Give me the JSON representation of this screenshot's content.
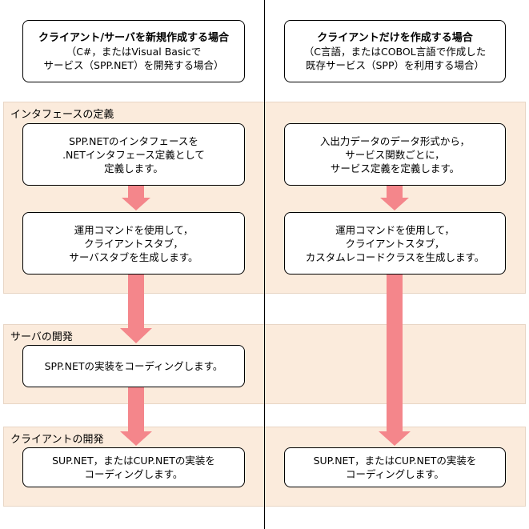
{
  "bands": {
    "interface": "インタフェースの定義",
    "server": "サーバの開発",
    "client": "クライアントの開発"
  },
  "left": {
    "header": {
      "title": "クライアント/サーバを新規作成する場合",
      "line2": "（C#，またはVisual Basicで",
      "line3": "サービス（SPP.NET）を開発する場合）"
    },
    "step1": [
      "SPP.NETのインタフェースを",
      ".NETインタフェース定義として",
      "定義します。"
    ],
    "step2": [
      "運用コマンドを使用して，",
      "クライアントスタブ，",
      "サーバスタブを生成します。"
    ],
    "step3": [
      "SPP.NETの実装をコーディングします。"
    ],
    "step4": [
      "SUP.NET，またはCUP.NETの実装を",
      "コーディングします。"
    ]
  },
  "right": {
    "header": {
      "title": "クライアントだけを作成する場合",
      "line2": "（C言語，またはCOBOL言語で作成した",
      "line3": "既存サービス（SPP）を利用する場合）"
    },
    "step1": [
      "入出力データのデータ形式から，",
      "サービス関数ごとに，",
      "サービス定義を定義します。"
    ],
    "step2": [
      "運用コマンドを使用して，",
      "クライアントスタブ，",
      "カスタムレコードクラスを生成します。"
    ],
    "step4": [
      "SUP.NET，またはCUP.NETの実装を",
      "コーディングします。"
    ]
  },
  "colors": {
    "arrow": "#f4868b",
    "band": "#fbebdc"
  }
}
